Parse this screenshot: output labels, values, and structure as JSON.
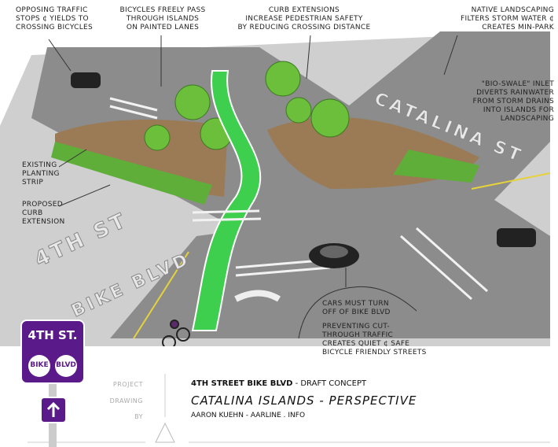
{
  "annotations": {
    "opposing_traffic": "OPPOSING TRAFFIC\nSTOPS ¢ YIELDS TO\nCROSSING BICYCLES",
    "bicycles_pass": "BICYCLES FREELY PASS\nTHROUGH ISLANDS\nON PAINTED LANES",
    "curb_extensions": "CURB EXTENSIONS\nINCREASE PEDESTRIAN SAFETY\nBY REDUCING CROSSING DISTANCE",
    "native_landscaping": "NATIVE LANDSCAPING\nFILTERS STORM WATER ¢\nCREATES MIN-PARK",
    "bio_swale": "\"BIO-SWALE\" INLET\nDIVERTS RAINWATER\nFROM STORM DRAINS\nINTO ISLANDS FOR\nLANDSCAPING",
    "existing_planting": "EXISTING\nPLANTING\nSTRIP",
    "proposed_curb": "PROPOSED\nCURB\nEXTENSION",
    "cars_must_turn": "CARS MUST TURN\nOFF OF BIKE BLVD",
    "preventing_cut": "PREVENTING CUT-\nTHROUGH TRAFFIC\nCREATES QUIET ¢ SAFE\nBICYCLE FRIENDLY STREETS"
  },
  "streets": {
    "catalina": "CATALINA ST",
    "fourth": "4TH ST",
    "bike_blvd": "BIKE BLVD"
  },
  "sign": {
    "street": "4TH ST.",
    "left": "BIKE",
    "right": "BLVD"
  },
  "title_block": {
    "project_label": "PROJECT",
    "project_name": "4TH STREET BIKE BLVD",
    "project_suffix": " - DRAFT CONCEPT",
    "drawing_label": "DRAWING",
    "drawing": "CATALINA ISLANDS - PERSPECTIVE",
    "by_label": "BY",
    "by": "AARON KUEHN - AARLINE . INFO"
  },
  "colors": {
    "road": "#8c8c8c",
    "bike_lane": "#3fcf4f",
    "sign": "#5a1a8a",
    "grass": "#5fae3a"
  }
}
